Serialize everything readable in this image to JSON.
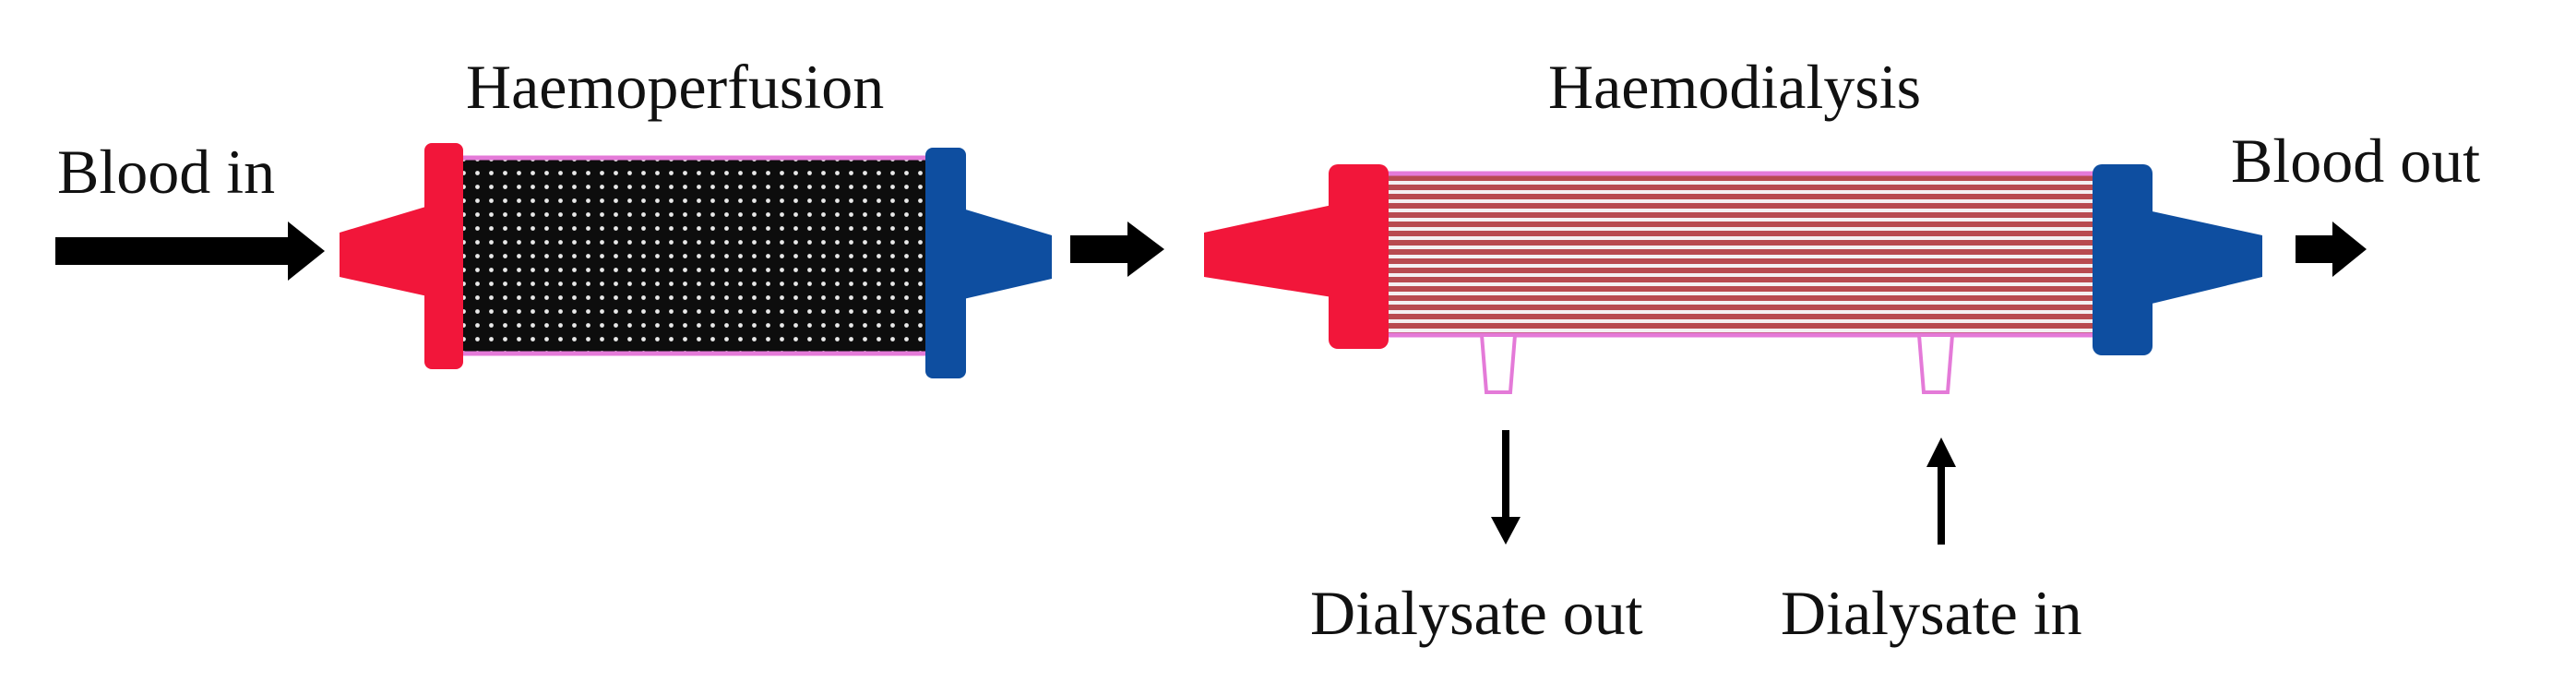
{
  "labels": {
    "blood_in": "Blood in",
    "haemoperfusion": "Haemoperfusion",
    "haemodialysis": "Haemodialysis",
    "blood_out": "Blood out",
    "dialysate_out": "Dialysate out",
    "dialysate_in": "Dialysate in"
  },
  "colors": {
    "inlet_cap": "#f2163a",
    "outlet_cap": "#0e4ea0",
    "housing_border": "#e47ad8",
    "sorbent_bed": "#0d0d0d",
    "fiber_red": "#b84a50",
    "fiber_light": "#f4f0f2",
    "arrow": "#000000"
  }
}
